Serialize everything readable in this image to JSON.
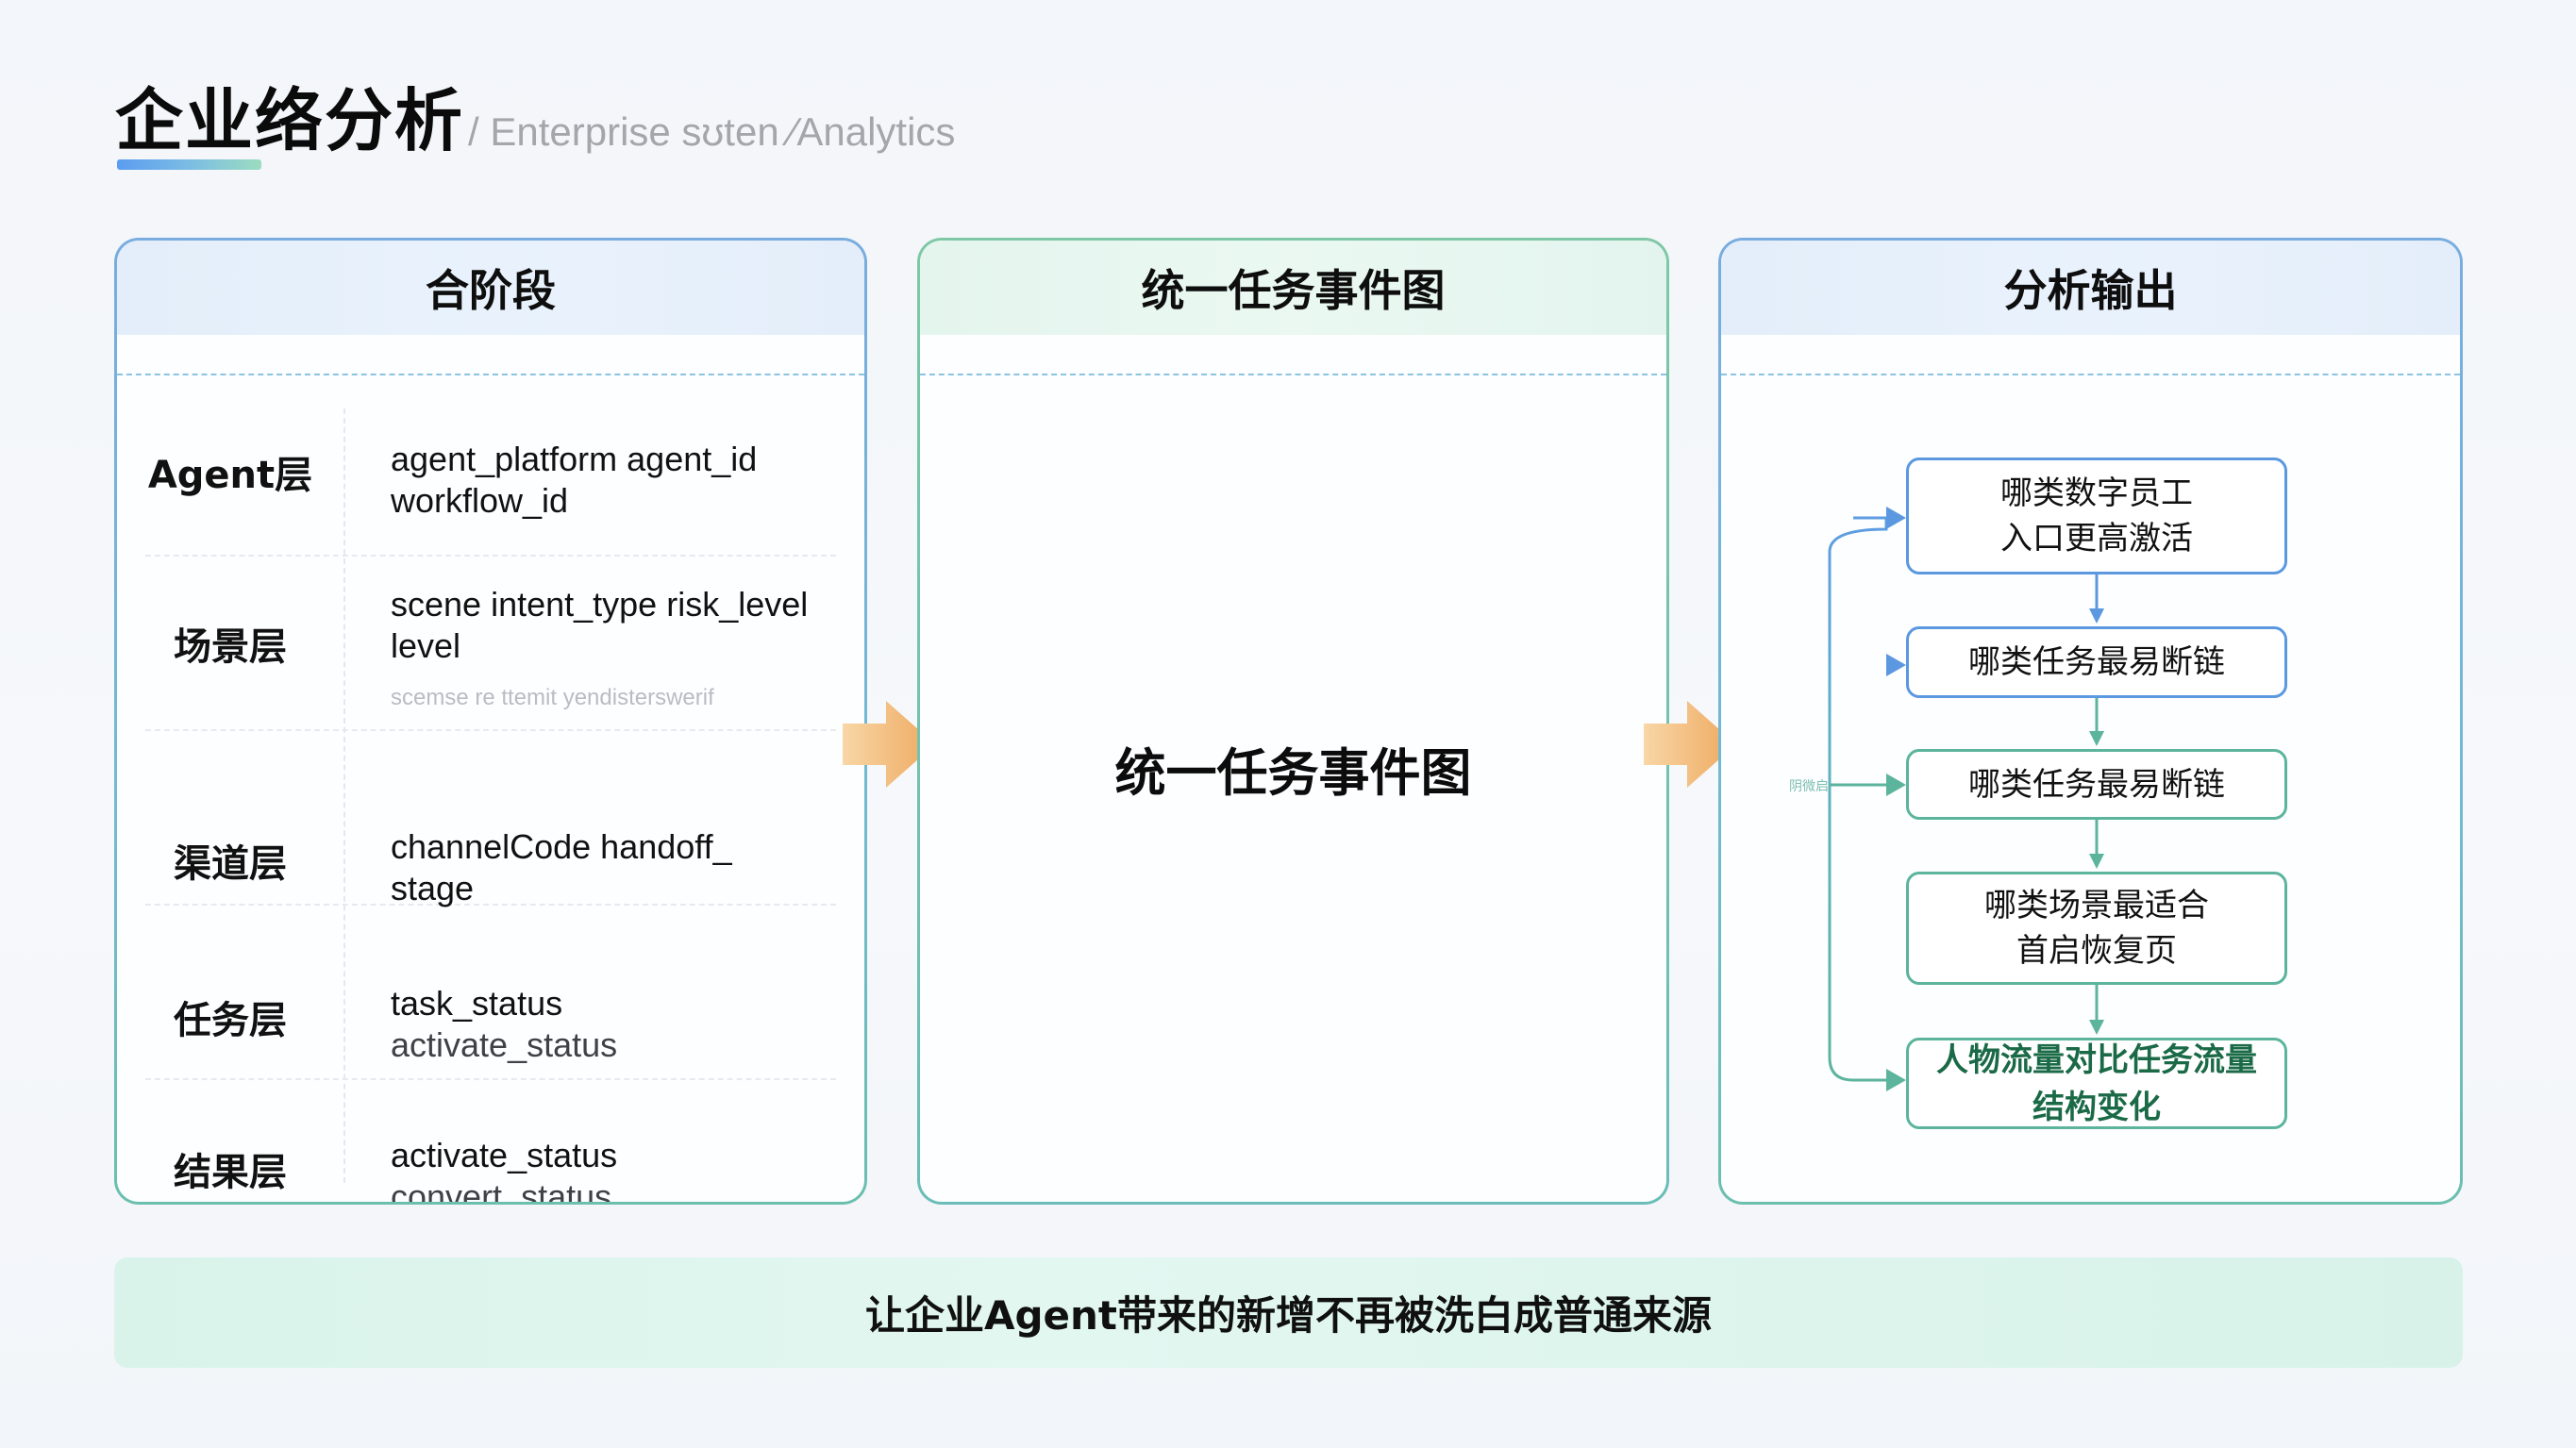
{
  "header": {
    "title": "企业络分析",
    "subtitle": "/ Enterprise sʊten ⁄Analytics"
  },
  "panels": {
    "left": {
      "title": "合阶段",
      "rows": [
        {
          "label": "Agent层",
          "fields": [
            "agent_platform agent_id",
            "workflow_id"
          ],
          "muted": [],
          "ghost": ""
        },
        {
          "label": "场景层",
          "fields": [
            "scene intent_type risk_level",
            "level"
          ],
          "muted": [],
          "ghost": "scemse re ttemit yendisterswerif"
        },
        {
          "label": "渠道层",
          "fields": [
            "channelCode handoff_",
            "stage"
          ],
          "muted": [],
          "ghost": ""
        },
        {
          "label": "任务层",
          "fields": [
            "task_status"
          ],
          "muted": [
            "activate_status"
          ],
          "ghost": ""
        },
        {
          "label": "结果层",
          "fields": [
            "activate_status"
          ],
          "muted": [
            "convert_status"
          ],
          "ghost": ""
        }
      ]
    },
    "middle": {
      "title": "统一任务事件图",
      "center_text": "统一任务事件图"
    },
    "right": {
      "title": "分析输出",
      "loop_label": "阴微启",
      "boxes": [
        {
          "lines": [
            "哪类数字员工",
            "入口更高激活"
          ]
        },
        {
          "lines": [
            "哪类任务最易断链"
          ]
        },
        {
          "lines": [
            "哪类任务最易断链"
          ]
        },
        {
          "lines": [
            "哪类场景最适合",
            "首启恢复页"
          ]
        },
        {
          "lines": [
            "人物流量对比任务流量",
            "结构变化"
          ]
        }
      ]
    }
  },
  "banner": {
    "text": "让企业Agent带来的新增不再被洗白成普通来源"
  },
  "colors": {
    "blue_accent": "#5b98e0",
    "teal_accent": "#5cb49c",
    "orange_arrow": "#f0b977",
    "banner_bg": "#dcf4ec"
  }
}
